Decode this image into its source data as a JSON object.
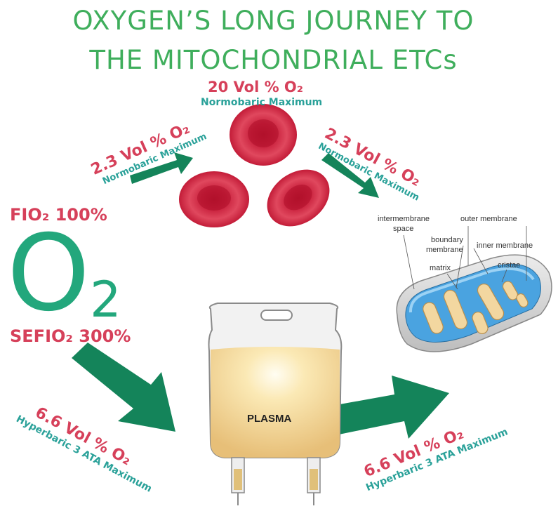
{
  "title": {
    "line1": "OXYGEN’S LONG JOURNEY TO",
    "line2": "THE MITOCHONDRIAL ETCs"
  },
  "rbc_center": {
    "value": "20 Vol % O₂",
    "caption": "Normobaric Maximum"
  },
  "arrow_left_top": {
    "value": "2.3 Vol % O₂",
    "caption": "Normobaric Maximum"
  },
  "arrow_right_top": {
    "value": "2.3 Vol % O₂",
    "caption": "Normobaric Maximum"
  },
  "oxygen": {
    "fio2": "FIO₂ 100%",
    "symbol": "O",
    "subscript": "2",
    "sefio2": "SEFIO₂ 300%"
  },
  "plasma_bag": {
    "label": "PLASMA"
  },
  "arrow_left_bottom": {
    "value": "6.6 Vol % O₂",
    "caption": "Hyperbaric 3 ATA Maximum"
  },
  "arrow_right_bottom": {
    "value": "6.6 Vol % O₂",
    "caption": "Hyperbaric 3 ATA Maximum"
  },
  "mitochondrion": {
    "labels": {
      "intermembrane": "intermembrane",
      "space": "space",
      "outer_membrane": "outer membrane",
      "boundary": "boundary",
      "membrane": "membrane",
      "inner_membrane": "inner membrane",
      "matrix": "matrix",
      "cristae": "cristae"
    }
  },
  "colors": {
    "title_green": "#3fae5c",
    "value_red": "#d6405a",
    "caption_teal": "#2aa199",
    "arrow_green": "#14845a"
  }
}
